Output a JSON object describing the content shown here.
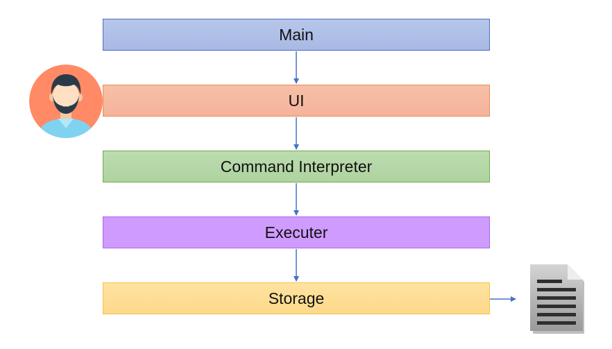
{
  "diagram": {
    "layers": [
      {
        "id": "main",
        "label": "Main"
      },
      {
        "id": "ui",
        "label": "UI"
      },
      {
        "id": "command_interpreter",
        "label": "Command Interpreter"
      },
      {
        "id": "executer",
        "label": "Executer"
      },
      {
        "id": "storage",
        "label": "Storage"
      }
    ],
    "edges": [
      {
        "from": "main",
        "to": "ui"
      },
      {
        "from": "ui",
        "to": "command_interpreter"
      },
      {
        "from": "command_interpreter",
        "to": "executer"
      },
      {
        "from": "executer",
        "to": "storage"
      },
      {
        "from": "storage",
        "to": "file"
      }
    ],
    "icons": {
      "user": "user-avatar-icon",
      "file": "document-icon"
    },
    "colors": {
      "main_fill": "#a8b9e4",
      "main_border": "#4b6cc1",
      "ui_fill": "#f5b39a",
      "ui_border": "#ec8a55",
      "command_interpreter_fill": "#aed3a0",
      "command_interpreter_border": "#70ad47",
      "executer_fill": "#cf9bfe",
      "executer_border": "#a766e8",
      "storage_fill": "#fdd98a",
      "storage_border": "#f5c24a",
      "arrow": "#4472c4"
    }
  }
}
